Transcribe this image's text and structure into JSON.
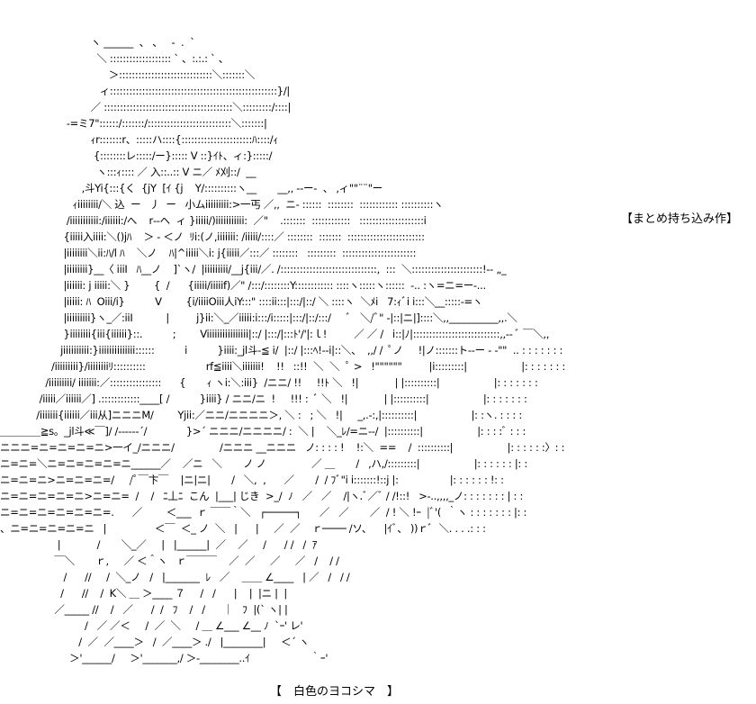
{
  "title_caption": "【まとめ持ち込み作】",
  "author_caption": "【　白色のヨコシマ　】",
  "art_lines": [
    "                              ヽ ______  、 、   -  .  `",
    "                                ＼ ::::::::::::::::::: ` 、:.:.: ` 、",
    "                                    ＞:::::::::::::::::::::::::::::＼:::::::＼",
    "                                 ィ::::::::::::::::::::::::::::::::::::::::::::::::::::}/|",
    "                              ／ ::::::::::::::::::::::::::::::::::::::::＼:::::::::/::::|",
    "                      -=ミ7\"::::::/:::::::/::::::::::::::::::::::::::＼:::::::|",
    "                              ｨr:::::::r、:::::ハ::::{::::::::::::::::::::::ﾊ::::/ｨ",
    "                               {::::::::レ:::::/ー}::::: V ::}ｲﾄ、ィ:}:::::/",
    "                                ヽ:::ｨ:::: ／ 入::..:: V ニ／ ﾒ刈::/  __",
    "                           ,斗Yi{:::{く  {jY  [ｲ {j    Y/::::::::::ヽ__       __,, -‐ー‐  、 ,ィ\"\"¨¨\"ー",
    "                        ｨiiiiiiii/＼ 込  ー   丿  ー   小ムiiiiiiiii:>一丐 ／,,  ニ- ::::::  ::::::::  :::::::::::: ::::::::::ヽ",
    "                      /iiiiiiiiiii:/iiiiii:/へ    r‐‐ヘ  ィ }iiiii/)iiiiiiiiiii:  ／\"    .:::::::  ::::::::::::   ::::::::::::::::::::i",
    "                     {iiiii入iiii:＼()jﾊ    ＞ ‐ ＜ノ  ﾘi:(ノ,iiiiiii: /iiiii/::::／ ::::::::  :::::::  ::::::::::::::::::::::::",
    "                     |iiiiiiii＼ii:ﾊ/l ﾊ    ＼ノ    ﾊ|^iiiii＼i: j{iiiii／:::／ ::::::::   :::::::::  :::::::::::::::::::::::",
    "                     |iiiiiiii}__〈 iiiI   ﾊ__ノ    ]`ヽ/  |iiiiiiiii/__j{iii/／. /::::::::::::::::::::::::::::::,  :::  ＼::::::::::::::::::::::!-- „_",
    "                     |iiiiii: j iiiii:＼ }        {  /      {iiiii/iiiiif)／\" /:::/::::::::Y:::::::::::: ::::ヽ:::::ヽ::::::  -.. :ヽ=ニ=ー-...",
    "                     |iiiii: ﾊ  Oiii/i}          V        {i/iiiiOiii人iY:::\" ::::ii:::|:::/|::/ ＼ ::::ヽ  ＼ﾒi   7:ｨﾞi i:::＼__:::::‐=ヽ",
    "                     |iiiiiiiii}ヽ_／:iiI           |         j}ii:＼_／iiiii:i:::/i:::::|:::/|::/:::/     ﾞ   ＼/ﾞ\" ‐|::|ニ|]::::＼,,__________,,.＼",
    "                     }iiiiiiii{iii{iiiiii}::.          ;        Viiiiiiiiiiiiiiii|::/ |:::/|:::ﾄ'/'|:ｌ!         ／ ／ /   i::|ﾉ|:::::::::::::::::::::::::::,,-‐ ﾞ ￣＼,,",
    "                    jiiiiiiiiii:}iiiiiiiiiiiiii::::::          i          }iiii:_jl斗‐≦ i/  |::/ |:::ﾍ!‐‐i|::＼、  ,,/ /  ﾟノ     !|ノ:::::::ト‐‐ー ‐ ‐\"\"  .. : : : : : : :",
    "                 /iiiiiiiii}/iiiiiiiiﾘ::::::::::                    rf≦iiii＼iiiiiii!    !!   ::!!  ＼  ＼  ﾟ >   !\"\"\"\"\"\"         |i:::::::::|                  |: : : : : : :",
    "               /iiiiiiiii/ iiiiiii:／::::::::::::::::      {       ｨ ヽi:＼:iii}  /ニニ/ !!     !!ﾄ ＼   !|            | |::::::::::|                  |: : : : : : :",
    "             /iiiii／iiiiii／] .::::::::::::____[ /          }iiii} / ニニ/ニ  !     !!! :  ﾞ ＼   !|            | |::::::::::|                  |: : : : : : :",
    "            /iiiiiii{iiiiii／iii从]ニニニM/        Yjii:／ニニ/ニニニニ＞, ＼ :   ; ＼   !|     _,.-:,|::::::::::|                  |: :ヽ. : : : :",
    "＿＿＿＿≧s。_jl斗≪￣]/ /‐‐‐‐‐‐´/             }>´ ニニニ/ニニニニ/ :  ＼ |    ＼_ﾚ/=ニ‐‐/  |::::::::::|                  |: : : :ﾞ : : :",
    "ニニニ=ニ=ニ=ニ=ニ>一イ_/ニニニ/               /ニニニ __ニニニ   ノ: : : : !    !:＼  ==    /  ::::::::::|                  |: : : : : :〉: :",
    "ニ=ニ=＼ニ=ニ=ニ=ニ=ニ______／    ／ニ   ＼       ノ ノ               ／ ＿       /   ,ハ,/:::::::::|                  |: : : : : : |: :",
    "ニ=ニ=ニ>ニ=ニ=ニ=/     /ﾟ￣卞￣    |ニ|ニ|       /   ＼,  ,      ／       /  / ﾌﾞ\"i i:::::::!::j |:                 |: : : : : : !: :",
    "ニ=ニ=ニ=ニ=ニ>ニ=ニ=  /    /   ﾆ丄ﾆ  こん  |___| じき  >_/  ﾉ   ／   ／    /|ヽ.ﾞ／ﾞ / /!::!   >‐..,,,,_ノ: : : : : : : | : :",
    "ニ=ニ=ニ=ニ=ニ=ニ=.      ／        ＜___  ｒ ￣￣｀＼   ┌─────┐      ／   ／       ／  / ! ＼ !ｰ  |ﾞ'(  ｀ヽ : : : : : : : |: :",
    "、ニ=ニ=ニ=ニ=ニ   |                ＜￣  ＜_ ノ  ＼   |      |     ／  ／    ｒ──── /ソ、    |ｲﾞ、 ))ｒﾞ  ＼. . . .: : :",
    "                   |            /       ＼_／     |   |______|  ／    ／     /      / /   /  ｱ",
    "                  ￣＼       ｒ,     ／ ＜＾ヽ   ｒ￣￣￣    ／  ／     ／     ／   /    / /",
    "                     /      //     /  ＼_ノ   /   |_______  ﾚ   ／    ＿＿ ∠____   | ／   /   / /",
    "                    /      //    /  K＼ ＿ ＞____ ７     /   /      |    |  |ニ |  |",
    "                  ／_____ //    /   ／      /  /   ﾌ    /   /      ｜   ﾌ  |(` ヽ| |",
    "                            /   ／ ／＜     /  ／  ＼     / ＿ ∠___ ∠__ ﾉ  `ｰ' レ'",
    "                          /  ／  ／____＞   /  ／____＞ ./   |________|     ＜´ ヽ",
    "                       ＞'______/     ＞'_______,/ ＞‐________..ｲ                    ｀ｰ'"
  ]
}
